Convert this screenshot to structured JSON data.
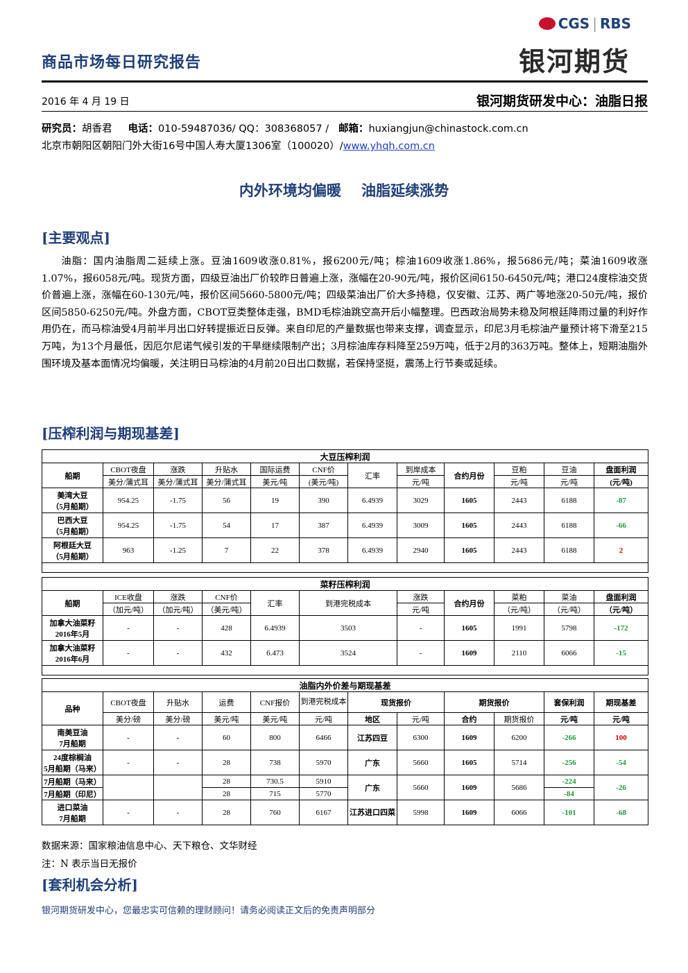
{
  "header": {
    "report_title": "商品市场每日研究报告",
    "logo_cgs": "CGS",
    "logo_sep": "|",
    "logo_rbs": "RBS",
    "logo_name": "银河期货",
    "date": "2016 年 4 月 19 日",
    "center": "银河期货研发中心：油脂日报",
    "researcher_label": "研究员：",
    "researcher": "胡香君",
    "phone_label": "电话：",
    "phone": "010-59487036/ QQ：308368057 /",
    "email_label": "邮箱：",
    "email": "huxiangjun@chinastock.com.cn",
    "address": "北京市朝阳区朝阳门外大街16号中国人寿大厦1306室（100020）/",
    "website": "www.yhqh.com.cn"
  },
  "main_title": "内外环境均偏暖    油脂延续涨势",
  "sections": {
    "views": "[主要观点]",
    "profit": "[压榨利润与期现基差]",
    "arb": "[套利机会分析]"
  },
  "paragraph": "油脂：国内油脂周二延续上涨。豆油1609收涨0.81%，报6200元/吨；棕油1609收涨1.86%，报5686元/吨；菜油1609收涨1.07%，报6058元/吨。现货方面，四级豆油出厂价较昨日普遍上涨，涨幅在20-90元/吨，报价区间6150-6450元/吨；港口24度棕油交货价普遍上涨，涨幅在60-130元/吨，报价区间5660-5800元/吨；四级菜油出厂价大多持稳，仅安徽、江苏、两广等地涨20-50元/吨，报价区间5850-6250元/吨。外盘方面，CBOT豆类整体走强，BMD毛棕油跳空高开后小幅整理。巴西政治局势未稳及阿根廷降雨过量的利好作用仍在，而马棕油受4月前半月出口好转提振近日反弹。来自印尼的产量数据也带来支撑，调查显示，印尼3月毛棕油产量预计将下滑至215万吨，为13个月最低，因厄尔尼诺气候引发的干旱继续限制产出；3月棕油库存料降至259万吨，低于2月的363万吨。整体上，短期油脂外围环境及基本面情况均偏暖，关注明日马棕油的4月前20日出口数据，若保持坚挺，震荡上行节奏或延续。",
  "table1": {
    "caption": "大豆压榨利润",
    "h": {
      "ship": "船期",
      "cbot": "CBOT夜盘",
      "cbot_u": "美分/蒲式耳",
      "chg": "涨跌",
      "chg_u": "美分/蒲式耳",
      "prem": "升贴水",
      "prem_u": "美分/蒲式耳",
      "frt": "国际运费",
      "frt_u": "美元/吨",
      "cnf": "CNF价",
      "cnf_u": "(美元/吨)",
      "fx": "汇率",
      "cost": "到岸成本",
      "cost_u": "元/吨",
      "month": "合约月份",
      "meal": "豆粕",
      "meal_u": "元/吨",
      "oil": "豆油",
      "oil_u": "元/吨",
      "profit": "盘面利润",
      "profit_u": "(元/吨)"
    },
    "rows": [
      {
        "n1": "美湾大豆",
        "n2": "（5月船期）",
        "cbot": "954.25",
        "chg": "-1.75",
        "prem": "56",
        "frt": "19",
        "cnf": "390",
        "fx": "6.4939",
        "cost": "3029",
        "month": "1605",
        "meal": "2443",
        "oil": "6188",
        "profit": "-87"
      },
      {
        "n1": "巴西大豆",
        "n2": "（5月船期）",
        "cbot": "954.25",
        "chg": "-1.75",
        "prem": "54",
        "frt": "17",
        "cnf": "387",
        "fx": "6.4939",
        "cost": "3009",
        "month": "1605",
        "meal": "2443",
        "oil": "6188",
        "profit": "-66"
      },
      {
        "n1": "阿根廷大豆",
        "n2": "（5月船期）",
        "cbot": "963",
        "chg": "-1.25",
        "prem": "7",
        "frt": "22",
        "cnf": "378",
        "fx": "6.4939",
        "cost": "2940",
        "month": "1605",
        "meal": "2443",
        "oil": "6188",
        "profit": "2"
      }
    ]
  },
  "table2": {
    "caption": "菜籽压榨利润",
    "h": {
      "ship": "船期",
      "ice": "ICE收盘",
      "ice_u": "（加元/吨）",
      "chg": "涨跌",
      "chg_u": "（加元/吨）",
      "cnf": "CNF价",
      "cnf_u": "（美元/吨）",
      "fx": "汇率",
      "cost": "到港完税成本",
      "chg2": "涨跌",
      "chg2_u": "元/吨",
      "month": "合约月份",
      "meal": "菜粕",
      "meal_u": "（元/吨）",
      "oil": "菜油",
      "oil_u": "（元/吨）",
      "profit": "盘面利润",
      "profit_u": "（元/吨）"
    },
    "rows": [
      {
        "n1": "加拿大油菜籽",
        "n2": "2016年5月",
        "ice": "-",
        "chg": "-",
        "cnf": "428",
        "fx": "6.4939",
        "cost": "3503",
        "chg2": "-",
        "month": "1605",
        "meal": "1991",
        "oil": "5798",
        "profit": "-172"
      },
      {
        "n1": "加拿大油菜籽",
        "n2": "2016年6月",
        "ice": "-",
        "chg": "-",
        "cnf": "432",
        "fx": "6.473",
        "cost": "3524",
        "chg2": "-",
        "month": "1609",
        "meal": "2110",
        "oil": "6066",
        "profit": "-15"
      }
    ]
  },
  "table3": {
    "caption": "油脂内外价差与期现基差",
    "h": {
      "kind": "品种",
      "cbot": "CBOT夜盘",
      "cbot_u": "美分/磅",
      "prem": "升贴水",
      "prem_u": "美分/磅",
      "frt": "运费",
      "frt_u": "美元/吨",
      "cnf": "CNF报价",
      "cnf_u": "美元/吨",
      "cost": "到港完税成本",
      "cost_u": "元/吨",
      "spot": "现货报价",
      "region": "地区",
      "spot_u": "元/吨",
      "fut": "期货报价",
      "contract": "合约",
      "fut_price": "期货报价",
      "hedge": "套保利润",
      "hedge_u": "元/吨",
      "basis": "期现基差",
      "basis_u": "元/吨"
    },
    "r1": {
      "n1": "南美豆油",
      "n2": "7月船期",
      "cbot": "-",
      "prem": "-",
      "frt": "60",
      "cnf": "800",
      "cost": "6466",
      "region": "江苏四豆",
      "spot": "6300",
      "contract": "1609",
      "fut": "6200",
      "hedge": "-266",
      "basis": "100"
    },
    "r2": {
      "n1": "24度棕榈油",
      "n2": "5月船期（马来）",
      "cbot": "-",
      "prem": "-",
      "frt": "28",
      "cnf": "738",
      "cost": "5970",
      "region": "广东",
      "spot": "5660",
      "contract": "1605",
      "fut": "5714",
      "hedge": "-256",
      "basis": "-54"
    },
    "r3": {
      "n1": "7月船期（马来）",
      "n2": "7月船期（印尼）",
      "frt1": "28",
      "frt2": "28",
      "cnf1": "730.5",
      "cnf2": "715",
      "cost1": "5910",
      "cost2": "5770",
      "region": "广东",
      "spot": "5660",
      "contract": "1609",
      "fut": "5686",
      "hedge1": "-224",
      "hedge2": "-84",
      "basis": "-26"
    },
    "r4": {
      "n1": "进口菜油",
      "n2": "7月船期",
      "cbot": "-",
      "prem": "-",
      "frt": "28",
      "cnf": "760",
      "cost": "6167",
      "region": "江苏进口四菜",
      "spot": "5998",
      "contract": "1609",
      "fut": "6066",
      "hedge": "-101",
      "basis": "-68"
    }
  },
  "source": "数据来源：国家粮油信息中心、天下粮仓、文华财经",
  "note": "注：N 表示当日无报价",
  "footer": "银河期货研发中心，您最忠实可信赖的理财顾问！请务必阅读正文后的免责声明部分",
  "colors": {
    "brand_blue": "#1f3f7a",
    "positive_red": "#d40000",
    "negative_green": "#1f9a3a",
    "logo_red": "#c8102e"
  }
}
